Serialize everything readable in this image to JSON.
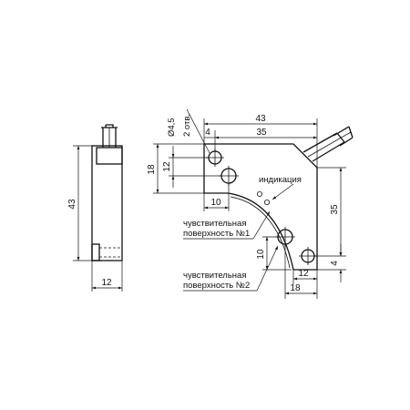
{
  "side_view": {
    "dim_height": "43",
    "dim_width": "12"
  },
  "front_view": {
    "dim_overall_width": "43",
    "dim_hole_spacing": "35",
    "dim_hole_offset_top": "4",
    "dim_hole_diameter": "Ø4,5",
    "dim_hole_count": "2 отв.",
    "dim_left_height": "18",
    "dim_hole_height": "12",
    "dim_sensor_inset": "10",
    "dim_right_height": "35",
    "dim_hole_offset_bottom": "4",
    "dim_sensor2_height": "10",
    "dim_bottom_12": "12",
    "dim_bottom_18": "18",
    "label_indication": "индикация",
    "label_surface1_line1": "чувствительная",
    "label_surface1_line2": "поверхность №1",
    "label_surface2_line1": "чувствительная",
    "label_surface2_line2": "поверхность №2"
  }
}
